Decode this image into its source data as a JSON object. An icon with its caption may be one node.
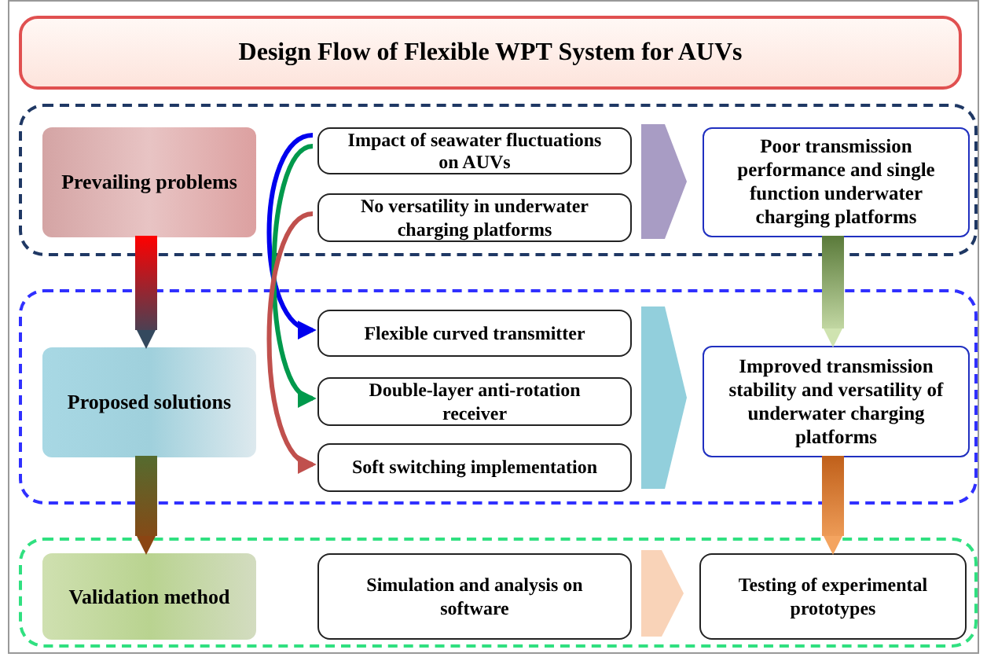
{
  "diagram": {
    "title": "Design Flow of Flexible WPT System for AUVs",
    "nodes": [
      {
        "text": [],
        "shape": "box"
      },
      {
        "text": [
          "Prevailing problems"
        ],
        "in": 0
      },
      {
        "text": [
          "Impact of seawater fluctuations on AUVs"
        ],
        "in": 0
      },
      {
        "text": [
          "No versatility in underwater charging platforms"
        ],
        "in": 0
      },
      {
        "text": [
          "Poor transmission performance and single function underwater charging platforms"
        ],
        "in": 0
      },
      {
        "text": [],
        "shape": "box"
      },
      {
        "text": [
          "Proposed solutions"
        ],
        "in": 5
      },
      {
        "text": [
          "Flexible curved transmitter"
        ],
        "in": 5
      },
      {
        "text": [
          "Double-layer anti-rotation receiver"
        ],
        "in": 5
      },
      {
        "text": [
          "Soft switching implementation"
        ],
        "in": 5
      },
      {
        "text": [
          "Improved transmission stability and versatility of underwater charging platforms"
        ],
        "in": 5
      },
      {
        "text": [],
        "shape": "box"
      },
      {
        "text": [
          "Validation method"
        ],
        "in": 11
      },
      {
        "text": [
          "Simulation and analysis on software"
        ],
        "in": 11
      },
      {
        "text": [
          "Testing of experimental prototypes"
        ],
        "in": 11
      }
    ],
    "edges": [
      {
        "from": 1,
        "to": 6,
        "arrow": "to",
        "style": "thick",
        "color": "#34495e"
      },
      {
        "from": 6,
        "to": 12,
        "arrow": "to",
        "style": "thick",
        "color": "#8b4513"
      },
      {
        "from": 4,
        "to": 10,
        "arrow": "to",
        "style": "thick",
        "color": "#cfe3b0"
      },
      {
        "from": 10,
        "to": 14,
        "arrow": "to",
        "style": "thick",
        "color": "#f4a460"
      },
      {
        "from": 2,
        "to": 4,
        "arrow": "to",
        "style": "thick",
        "color": "#a89cc4"
      },
      {
        "from": 3,
        "to": 4,
        "arrow": "to",
        "style": "thick",
        "color": "#a89cc4"
      },
      {
        "from": 7,
        "to": 10,
        "arrow": "to",
        "style": "thick",
        "color": "#92cfdc"
      },
      {
        "from": 8,
        "to": 10,
        "arrow": "to",
        "style": "thick",
        "color": "#92cfdc"
      },
      {
        "from": 9,
        "to": 10,
        "arrow": "to",
        "style": "thick",
        "color": "#92cfdc"
      },
      {
        "from": 13,
        "to": 14,
        "arrow": "to",
        "style": "thick",
        "color": "#f9d3b8"
      },
      {
        "from": 2,
        "to": 7,
        "arrow": "to",
        "color": "#0000ee"
      },
      {
        "from": 2,
        "to": 8,
        "arrow": "to",
        "color": "#00994c"
      },
      {
        "from": 3,
        "to": 9,
        "arrow": "to",
        "color": "#c0504d"
      }
    ]
  }
}
